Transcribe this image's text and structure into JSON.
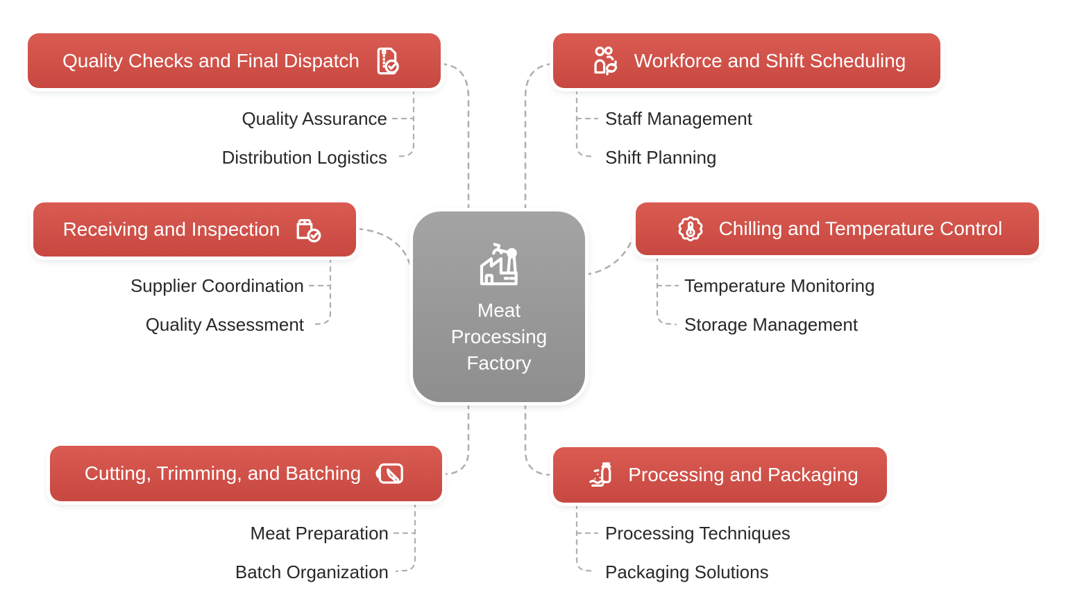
{
  "center": {
    "label": "Meat Processing Factory",
    "icon": "factory-icon"
  },
  "branches": [
    {
      "label": "Quality Checks and Final Dispatch",
      "icon": "document-check-icon",
      "position": "top-left",
      "children": [
        "Quality Assurance",
        "Distribution Logistics"
      ]
    },
    {
      "label": "Workforce and Shift Scheduling",
      "icon": "people-sync-icon",
      "position": "top-right",
      "children": [
        "Staff Management",
        "Shift Planning"
      ]
    },
    {
      "label": "Receiving and Inspection",
      "icon": "package-check-icon",
      "position": "middle-left",
      "children": [
        "Supplier Coordination",
        "Quality Assessment"
      ]
    },
    {
      "label": "Chilling and Temperature Control",
      "icon": "gear-thermometer-icon",
      "position": "middle-right",
      "children": [
        "Temperature Monitoring",
        "Storage Management"
      ]
    },
    {
      "label": "Cutting, Trimming, and Batching",
      "icon": "cutting-board-knife-icon",
      "position": "bottom-left",
      "children": [
        "Meat Preparation",
        "Batch Organization"
      ]
    },
    {
      "label": "Processing and Packaging",
      "icon": "processing-jar-icon",
      "position": "bottom-right",
      "children": [
        "Processing Techniques",
        "Packaging Solutions"
      ]
    }
  ],
  "colors": {
    "branch_gradient_top": "#d95b52",
    "branch_gradient_bottom": "#c74840",
    "center_gradient_top": "#a4a4a4",
    "center_gradient_bottom": "#8e8e8e",
    "connector": "#b0b0b0",
    "node_text": "#ffffff",
    "subtopic_text": "#282828",
    "background": "#ffffff"
  }
}
